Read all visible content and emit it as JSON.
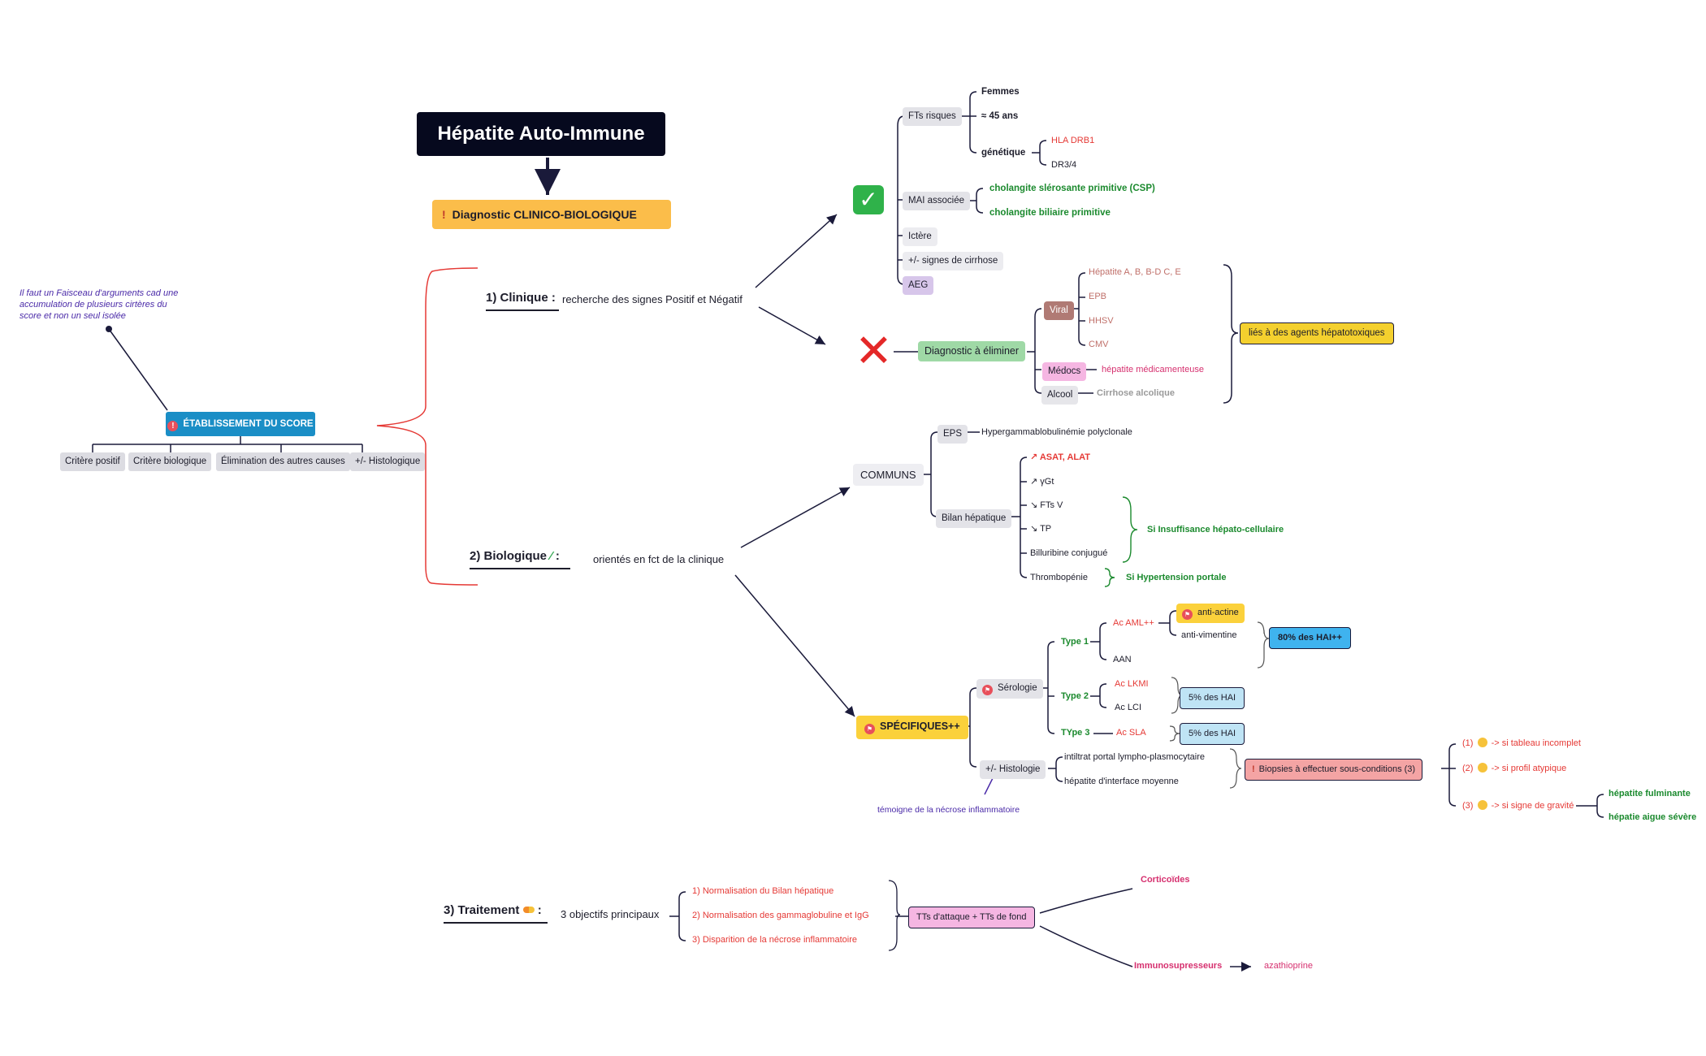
{
  "title": "Hépatite Auto-Immune",
  "diagnostic": "Diagnostic CLINICO-BIOLOGIQUE",
  "note": "Il faut un Faisceau d'arguments cad une accumulation de plusieurs cirtères du score et non un seul isolée",
  "note_lines": [
    "Il faut un Faisceau d'arguments cad une",
    "accumulation de plusieurs cirtères du",
    "score et non un seul isolée"
  ],
  "score": {
    "title": "ÉTABLISSEMENT DU SCORE",
    "items": [
      "Critère positif",
      "Critère biologique",
      "Élimination des autres causes",
      "+/- Histologique"
    ]
  },
  "clinique": {
    "label": "1) Clinique :",
    "desc": "recherche des signes Positif et Négatif",
    "positif": {
      "fts_risques": "FTs risques",
      "femmes": "Femmes",
      "age": "≈ 45 ans",
      "genetique": "génétique",
      "hla": "HLA DRB1",
      "dr": "DR3/4",
      "mai": "MAI associée",
      "csp": "cholangite slérosante primitive (CSP)",
      "cbp": "cholangite biliaire primitive",
      "ictere": "Ictère",
      "cirrhose": "+/- signes de cirrhose",
      "aeg": "AEG"
    },
    "negatif": {
      "diag": "Diagnostic à éliminer",
      "viral": "Viral",
      "virus": [
        "Hépatite A, B, B-D C, E",
        "EPB",
        "HHSV",
        "CMV"
      ],
      "medocs": "Médocs",
      "medocs_val": "hépatite médicamenteuse",
      "alcool": "Alcool",
      "alcool_val": "Cirrhose alcolique",
      "hepatotox": "liés à des agents hépatotoxiques"
    }
  },
  "bio": {
    "label": "2) Biologique",
    "desc": "orientés en fct de la clinique",
    "communs": "COMMUNS",
    "eps": "EPS",
    "eps_val": "Hypergammablobulinémie polyclonale",
    "bilan": "Bilan hépatique",
    "asat": "↗ ASAT, ALAT",
    "ygt": "↗ γGt",
    "fts": "↘ FTs V",
    "tp": "↘ TP",
    "billi": "Billuribine conjugué",
    "thrombo": "Thrombopénie",
    "insuff": "Si Insuffisance hépato-cellulaire",
    "htp": "Si Hypertension portale",
    "specifiques": "SPÉCIFIQUES++",
    "serologie": "Sérologie",
    "type1": "Type 1",
    "aml": "Ac AML++",
    "antiactine": "anti-actine",
    "antivim": "anti-vimentine",
    "aan": "AAN",
    "hai80": "80% des HAI++",
    "type2": "Type 2",
    "lkm": "Ac LKMI",
    "lc": "Ac LCI",
    "hai5a": "5% des HAI",
    "type3": "TYpe 3",
    "sla": "Ac SLA",
    "hai5b": "5% des HAI",
    "histo": "+/- Histologie",
    "infiltrat": "intiltrat portal lympho-plasmocytaire",
    "interface": "hépatite d'interface moyenne",
    "temoigne": "témoigne de la nécrose inflammatoire",
    "biopsies": "Biopsies à effectuer sous-conditions (3)",
    "cond1": "(1) 🙂 -> si tableau incomplet",
    "cond1_a": "(1)",
    "cond1_b": "-> si tableau incomplet",
    "cond2_a": "(2)",
    "cond2_b": "-> si profil atypique",
    "cond3_a": "(3)",
    "cond3_b": "-> si signe de gravité",
    "fulminante": "hépatite fulminante",
    "aigue": "hépatie aigue sévère"
  },
  "traitement": {
    "label": "3) Traitement",
    "desc": "3 objectifs principaux",
    "obj": [
      "1) Normalisation du Bilan hépatique",
      "2) Normalisation des gammaglobuline et IgG",
      "3) Disparition de la nécrose inflammatoire"
    ],
    "tts": "TTs d'attaque + TTs de fond",
    "cortico": "Corticoïdes",
    "immuno": "Immunosupresseurs",
    "azathioprine": "azathioprine"
  }
}
